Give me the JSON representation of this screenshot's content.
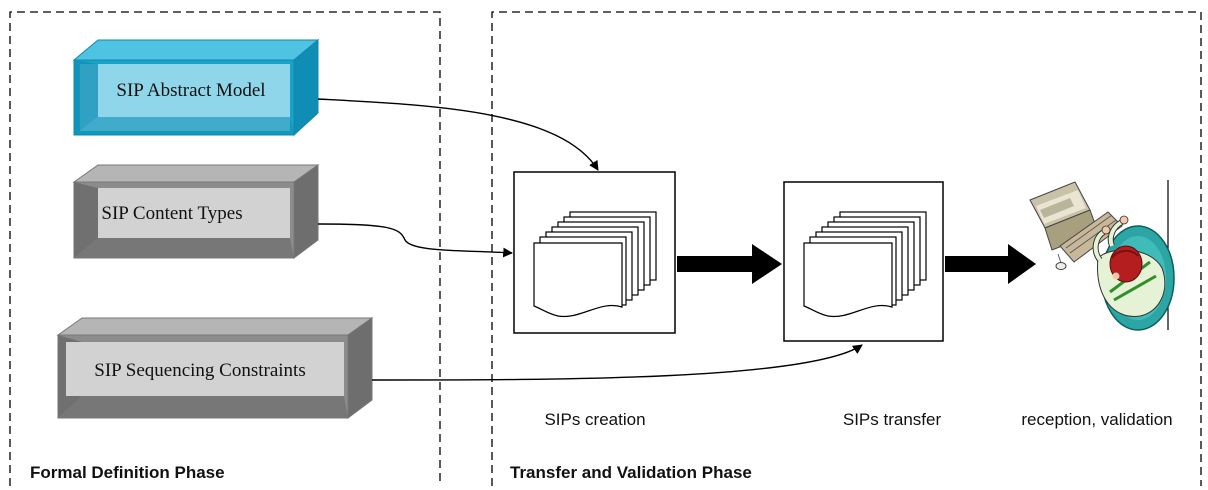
{
  "phases": {
    "left": {
      "label": "Formal Definition Phase"
    },
    "right": {
      "label": "Transfer and Validation Phase"
    }
  },
  "blocks": {
    "abstract_model": {
      "label": "SIP Abstract Model",
      "color": "#18a4c8"
    },
    "content_types": {
      "label": "SIP Content Types",
      "color": "#8c8c8c"
    },
    "sequencing": {
      "label": "SIP Sequencing Constraints",
      "color": "#8c8c8c"
    }
  },
  "steps": {
    "creation": {
      "label": "SIPs creation"
    },
    "transfer": {
      "label": "SIPs transfer"
    },
    "reception": {
      "label": "reception, validation"
    }
  },
  "colors": {
    "line": "#000000",
    "dashed_border": "#000000",
    "face_light_blue": "#7fd0e6",
    "face_light_gray": "#d2d2d2"
  }
}
